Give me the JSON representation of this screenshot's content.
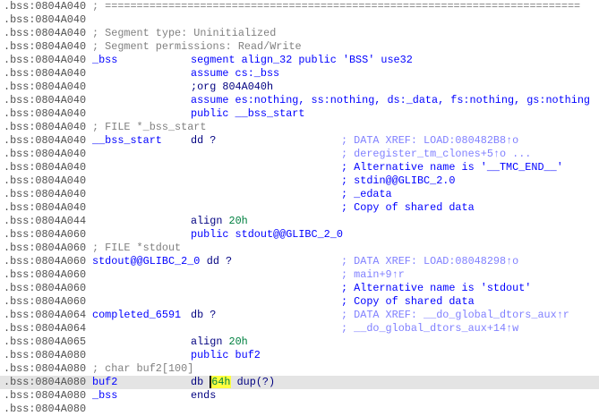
{
  "colors": {
    "address": "#505050",
    "comment": "#808080",
    "name": "#0000ff",
    "number": "#008040",
    "auto_comment": "#8080ff",
    "repeatable_comment": "#0000ff",
    "current_line": "#e4e4e4",
    "cursor_highlight": "#ffff40"
  },
  "lines": [
    {
      "addr": ".bss:0804A040",
      "full_comment": "; ==========================================================================="
    },
    {
      "addr": ".bss:0804A040"
    },
    {
      "addr": ".bss:0804A040",
      "full_comment": "; Segment type: Uninitialized"
    },
    {
      "addr": ".bss:0804A040",
      "full_comment": "; Segment permissions: Read/Write"
    },
    {
      "addr": ".bss:0804A040",
      "label": "_bss",
      "instr": [
        {
          "t": "segment align_32 public 'BSS' use32",
          "k": "kw"
        }
      ]
    },
    {
      "addr": ".bss:0804A040",
      "instr": [
        {
          "t": "assume cs:_bss",
          "k": "kw"
        }
      ]
    },
    {
      "addr": ".bss:0804A040",
      "instr": [
        {
          "t": ";org 804A040h",
          "k": "dir"
        }
      ]
    },
    {
      "addr": ".bss:0804A040",
      "instr": [
        {
          "t": "assume es:nothing, ss:nothing, ds:_data, fs:nothing, gs:nothing",
          "k": "kw"
        }
      ]
    },
    {
      "addr": ".bss:0804A040",
      "instr": [
        {
          "t": "public __bss_start",
          "k": "kw"
        }
      ]
    },
    {
      "addr": ".bss:0804A040",
      "full_comment": "; FILE *_bss_start"
    },
    {
      "addr": ".bss:0804A040",
      "label": "__bss_start",
      "instr": [
        {
          "t": "dd ?",
          "k": "dir"
        }
      ],
      "comment": "; DATA XREF: LOAD:080482B8↑o",
      "comment_type": "auto"
    },
    {
      "addr": ".bss:0804A040",
      "comment": "; deregister_tm_clones+5↑o ...",
      "comment_type": "auto"
    },
    {
      "addr": ".bss:0804A040",
      "comment": "; Alternative name is '__TMC_END__'",
      "comment_type": "rep"
    },
    {
      "addr": ".bss:0804A040",
      "comment": "; stdin@@GLIBC_2.0",
      "comment_type": "rep"
    },
    {
      "addr": ".bss:0804A040",
      "comment": "; _edata",
      "comment_type": "rep"
    },
    {
      "addr": ".bss:0804A040",
      "comment": "; Copy of shared data",
      "comment_type": "rep"
    },
    {
      "addr": ".bss:0804A044",
      "instr": [
        {
          "t": "align ",
          "k": "dir"
        },
        {
          "t": "20h",
          "k": "num"
        }
      ]
    },
    {
      "addr": ".bss:0804A060",
      "instr": [
        {
          "t": "public stdout@@GLIBC_2_0",
          "k": "kw"
        }
      ]
    },
    {
      "addr": ".bss:0804A060",
      "full_comment": "; FILE *stdout"
    },
    {
      "addr": ".bss:0804A060",
      "label": "stdout@@GLIBC_2_0",
      "label_wide": true,
      "instr": [
        {
          "t": "dd ?",
          "k": "dir"
        }
      ],
      "comment": "; DATA XREF: LOAD:08048298↑o",
      "comment_type": "auto"
    },
    {
      "addr": ".bss:0804A060",
      "comment": "; main+9↑r",
      "comment_type": "auto"
    },
    {
      "addr": ".bss:0804A060",
      "comment": "; Alternative name is 'stdout'",
      "comment_type": "rep"
    },
    {
      "addr": ".bss:0804A060",
      "comment": "; Copy of shared data",
      "comment_type": "rep"
    },
    {
      "addr": ".bss:0804A064",
      "label": "completed_6591",
      "instr": [
        {
          "t": "db ?",
          "k": "dir"
        }
      ],
      "comment": "; DATA XREF: __do_global_dtors_aux↑r",
      "comment_type": "auto"
    },
    {
      "addr": ".bss:0804A064",
      "comment": "; __do_global_dtors_aux+14↑w",
      "comment_type": "auto"
    },
    {
      "addr": ".bss:0804A065",
      "instr": [
        {
          "t": "align ",
          "k": "dir"
        },
        {
          "t": "20h",
          "k": "num"
        }
      ]
    },
    {
      "addr": ".bss:0804A080",
      "instr": [
        {
          "t": "public buf2",
          "k": "kw"
        }
      ]
    },
    {
      "addr": ".bss:0804A080",
      "full_comment": "; char buf2[100]"
    },
    {
      "addr": ".bss:0804A080",
      "label": "buf2",
      "current": true,
      "instr": [
        {
          "t": "db ",
          "k": "dir"
        },
        {
          "t": "64h",
          "k": "cur"
        },
        {
          "t": " dup(?)",
          "k": "dir"
        }
      ]
    },
    {
      "addr": ".bss:0804A080",
      "label": "_bss",
      "instr": [
        {
          "t": "ends",
          "k": "dir"
        }
      ]
    },
    {
      "addr": ".bss:0804A080"
    }
  ]
}
